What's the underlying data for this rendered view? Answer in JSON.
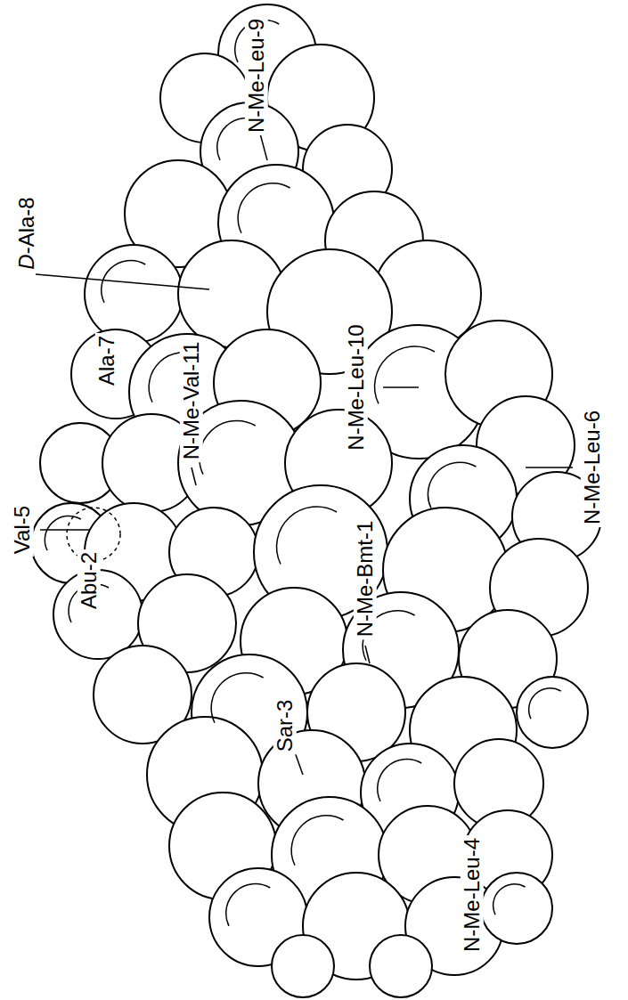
{
  "diagram": {
    "labels": [
      "N-Me-Leu-9",
      "D-Ala-8",
      "N-Me-Leu-10",
      "N-Me-Val-11",
      "Ala-7",
      "Val-5",
      "Abu-2",
      "N-Me-Bmt-1",
      "N-Me-Leu-6",
      "Sar-3",
      "N-Me-Leu-4"
    ]
  }
}
